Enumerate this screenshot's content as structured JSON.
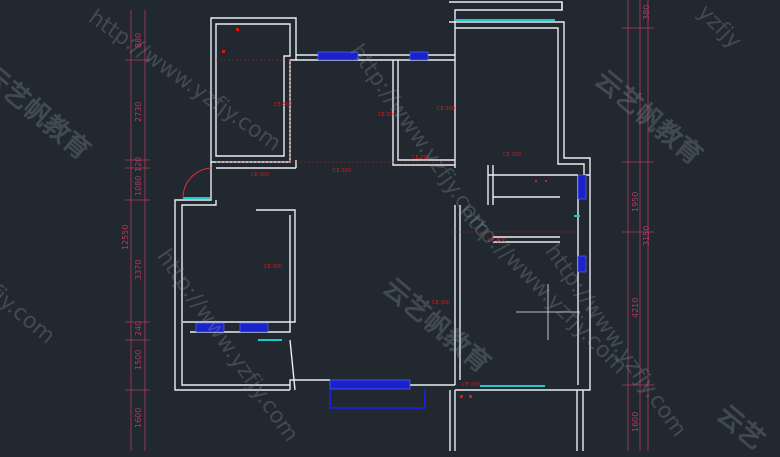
{
  "colors": {
    "background": "#212830",
    "wall": "#e8eef2",
    "window_blue": "#1b22cc",
    "window_cyan": "#1fc9c9",
    "dim_red": "#d61a1a",
    "dim_pink": "#b43a5a"
  },
  "dimensions_left": [
    "880",
    "2730",
    "120",
    "1080",
    "12550",
    "3370",
    "240",
    "1500",
    "1600"
  ],
  "dimensions_right": [
    "380",
    "1950",
    "3150",
    "4210",
    "1600"
  ],
  "room_tags": [
    "CE-300",
    "CE-300",
    "CE-300",
    "CE-300",
    "CE-300",
    "CE-300",
    "CE-300",
    "CE-300",
    "CE-300",
    "CE-300",
    "CE-300"
  ],
  "watermarks": {
    "url": "http://www.yzfjy.com",
    "brand": "云艺帆教育",
    "fragments": [
      "yzfjy",
      "fjy.com",
      "云艺",
      "云艺帆教育"
    ]
  }
}
